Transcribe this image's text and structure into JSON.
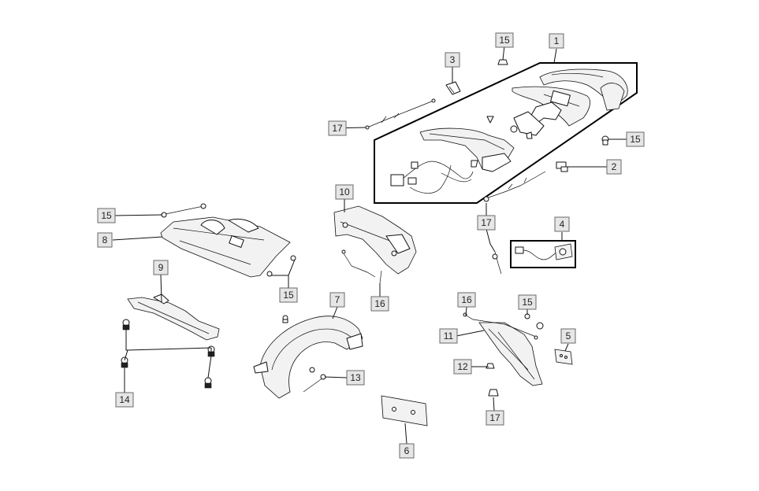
{
  "callouts": [
    {
      "label": "1"
    },
    {
      "label": "2"
    },
    {
      "label": "3"
    },
    {
      "label": "4"
    },
    {
      "label": "5"
    },
    {
      "label": "6"
    },
    {
      "label": "7"
    },
    {
      "label": "8"
    },
    {
      "label": "9"
    },
    {
      "label": "10"
    },
    {
      "label": "11"
    },
    {
      "label": "12"
    },
    {
      "label": "13"
    },
    {
      "label": "14"
    },
    {
      "label": "15"
    },
    {
      "label": "15"
    },
    {
      "label": "15"
    },
    {
      "label": "15"
    },
    {
      "label": "16"
    },
    {
      "label": "16"
    },
    {
      "label": "17"
    },
    {
      "label": "17"
    },
    {
      "label": "17"
    }
  ]
}
